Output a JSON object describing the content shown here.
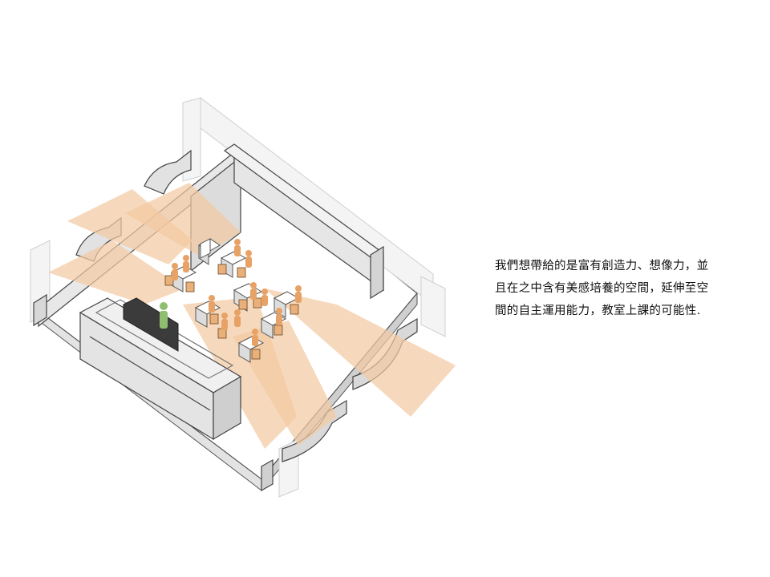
{
  "caption": {
    "lines": [
      "我們想帶給的是富有創造力、想像力，並",
      "且在之中含有美感培養的空間，延伸至空",
      "間的自主運用能力，教室上課的可能性."
    ]
  },
  "diagram": {
    "type": "isometric classroom axonometric",
    "colors": {
      "light_beam": "#f2c9a2",
      "furniture": "#e9b07a",
      "student": "#e8a265",
      "teacher": "#8fbf6e",
      "board": "#3b3b3b",
      "wall_shade": "#d6d6d6",
      "outline": "#444444"
    }
  }
}
